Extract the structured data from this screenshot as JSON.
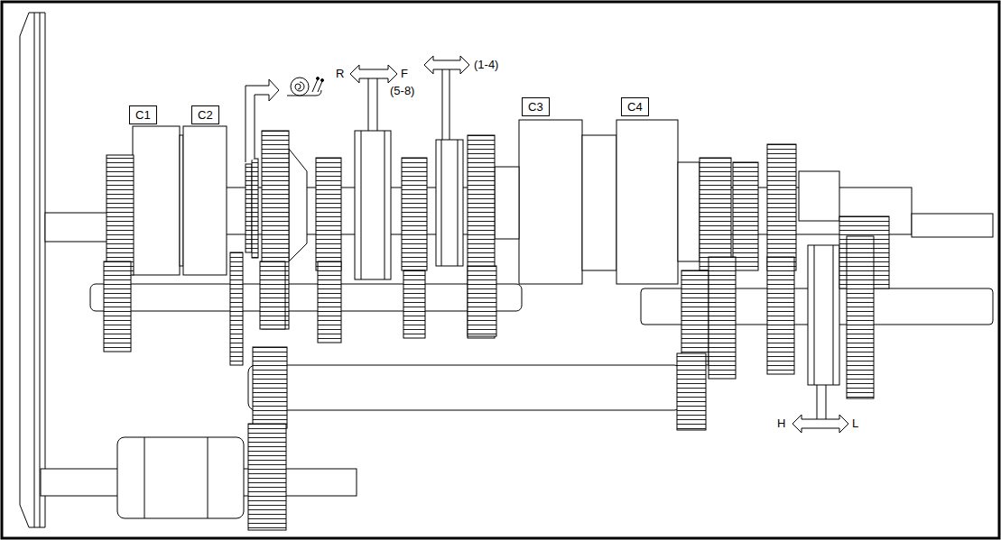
{
  "diagram": {
    "nodes": [
      {
        "text": [
          "C1"
        ]
      },
      {
        "text": [
          "C2"
        ]
      },
      {
        "text": [
          "C3"
        ]
      },
      {
        "text": [
          "C4"
        ]
      }
    ],
    "labels": [
      "R",
      "F",
      "(5-8)",
      "(1-4)",
      "H",
      "L"
    ]
  }
}
